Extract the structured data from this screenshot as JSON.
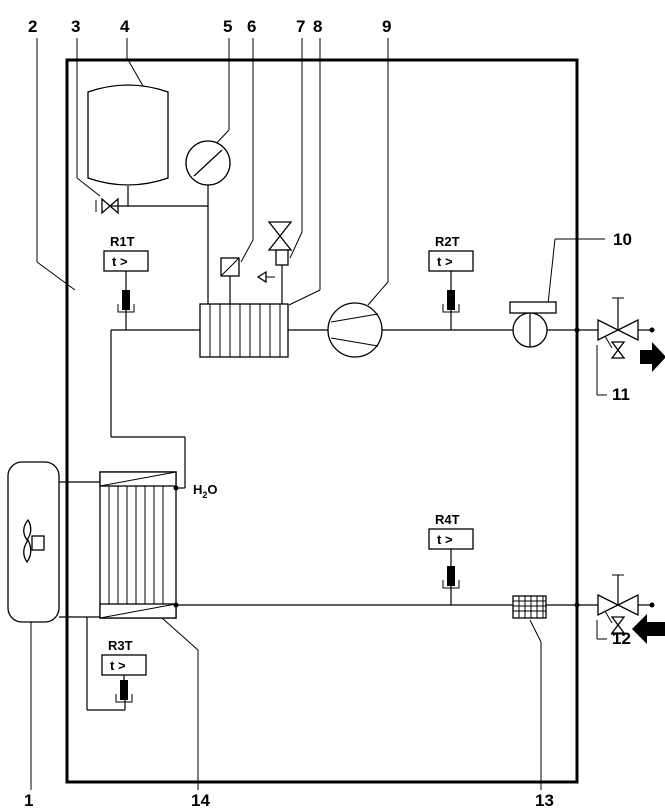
{
  "callouts": {
    "n1": "1",
    "n2": "2",
    "n3": "3",
    "n4": "4",
    "n5": "5",
    "n6": "6",
    "n7": "7",
    "n8": "8",
    "n9": "9",
    "n10": "10",
    "n11": "11",
    "n12": "12",
    "n13": "13",
    "n14": "14"
  },
  "sensors": {
    "r1t": {
      "label": "R1T",
      "box": "t >"
    },
    "r2t": {
      "label": "R2T",
      "box": "t >"
    },
    "r3t": {
      "label": "R3T",
      "box": "t >"
    },
    "r4t": {
      "label": "R4T",
      "box": "t >"
    }
  },
  "water_label": {
    "main": "H",
    "sub": "2",
    "tail": "O"
  }
}
